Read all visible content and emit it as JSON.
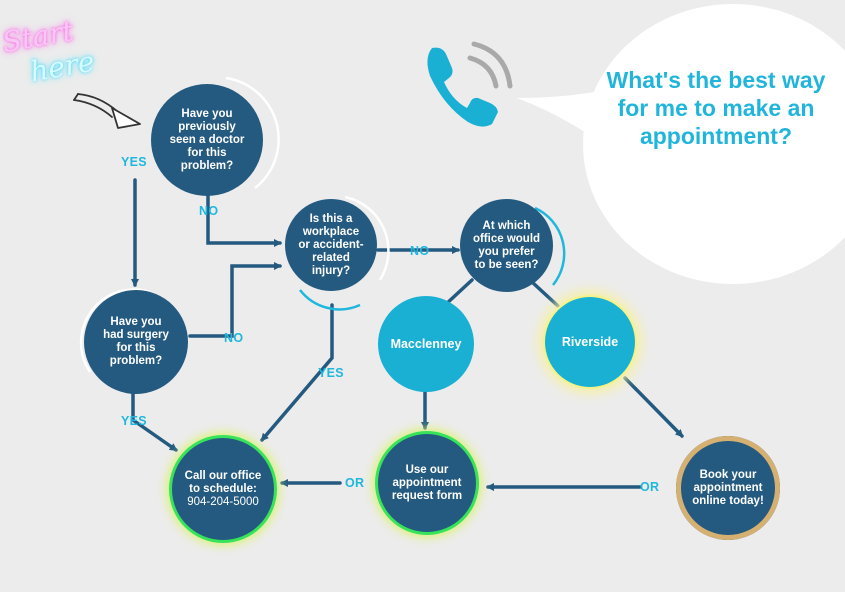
{
  "start_sign": {
    "line1": "Start",
    "line2": "here"
  },
  "question_bubble": {
    "text": "What's the best way for me to make an appointment?"
  },
  "nodes": {
    "seen_doctor": {
      "lines": [
        "Have you",
        "previously",
        "seen a doctor",
        "for this",
        "problem?"
      ]
    },
    "workplace_injury": {
      "lines": [
        "Is this a",
        "workplace",
        "or accident-",
        "related",
        "injury?"
      ]
    },
    "which_office": {
      "lines": [
        "At which",
        "office would",
        "you prefer",
        "to be seen?"
      ]
    },
    "had_surgery": {
      "lines": [
        "Have you",
        "had surgery",
        "for this",
        "problem?"
      ]
    },
    "macclenny": {
      "lines": [
        "Macclenney"
      ]
    },
    "riverside": {
      "lines": [
        "Riverside"
      ]
    },
    "call_office": {
      "lines": [
        "Call our office",
        "to schedule:",
        "904-204-5000"
      ]
    },
    "request_form": {
      "lines": [
        "Use our",
        "appointment",
        "request form"
      ]
    },
    "book_online": {
      "lines": [
        "Book your",
        "appointment",
        "online today!"
      ]
    }
  },
  "edge_labels": {
    "yes_left": "YES",
    "no_top": "NO",
    "no_office": "NO",
    "no_surgery": "NO",
    "yes_workplace": "YES",
    "yes_surgery": "YES",
    "or_left": "OR",
    "or_right": "OR"
  },
  "colors": {
    "background": "#ececec",
    "node_dark": "#245a80",
    "node_light": "#1ab0d3",
    "accent_cyan": "#1fb7dd",
    "arrow": "#245a80"
  },
  "icons": [
    "phone-icon",
    "curved-arrow-icon"
  ]
}
